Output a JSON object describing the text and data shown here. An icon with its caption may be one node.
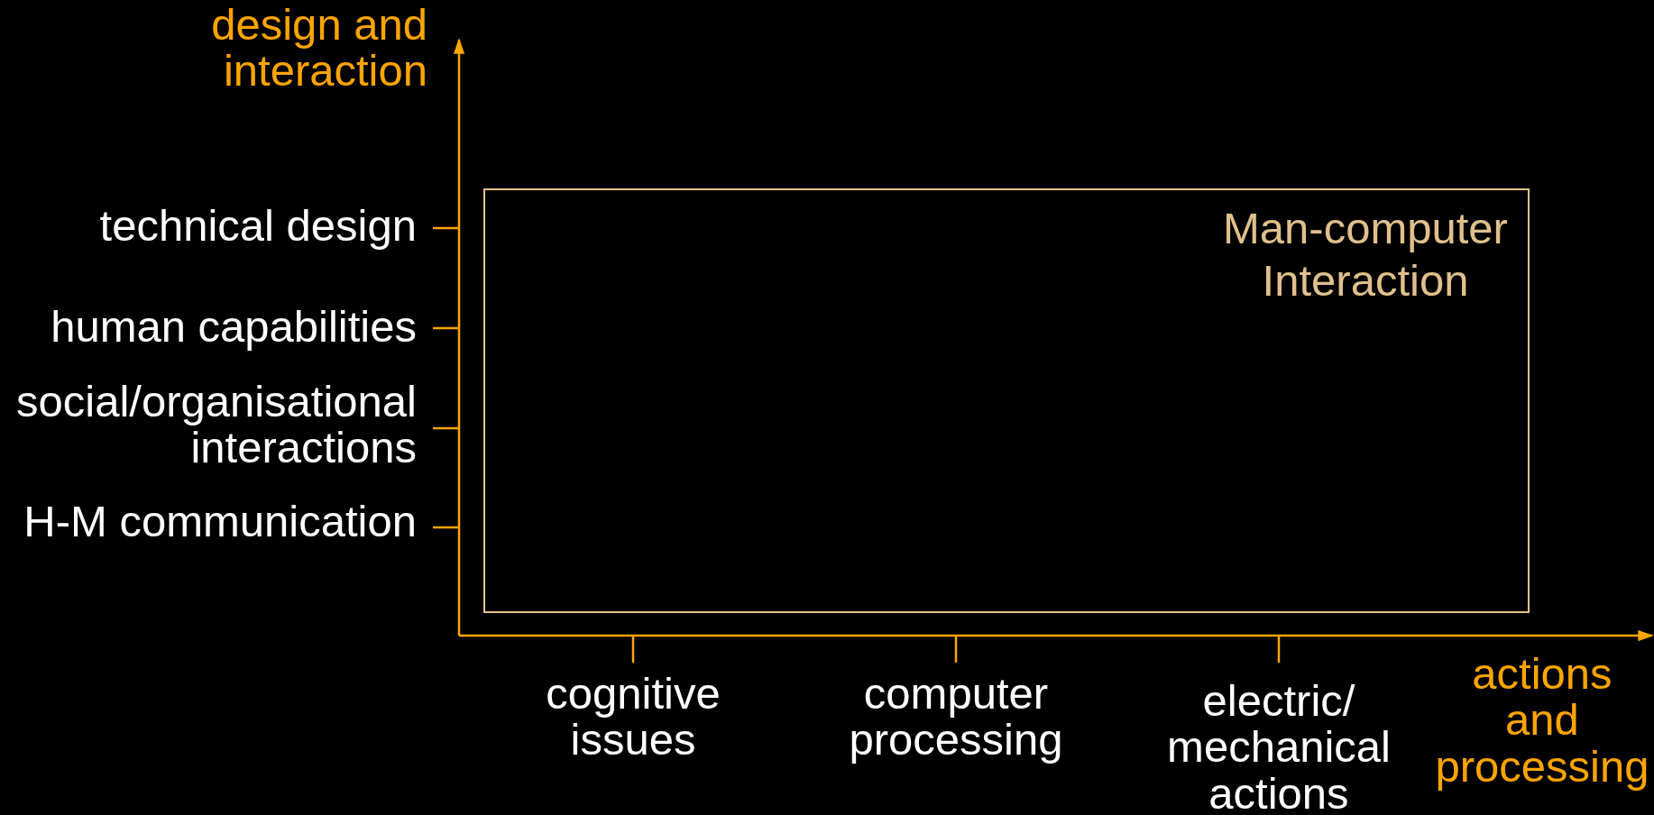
{
  "diagram": {
    "nodes": [
      {
        "text": [
          "Man-computer Interaction"
        ]
      }
    ],
    "edges": [],
    "labels": [
      "design and interaction",
      "technical design",
      "human capabilities",
      "social/organisational interactions",
      "H-M communication",
      "cognitive issues",
      "computer processing",
      "electric/ mechanical actions",
      "actions and processing"
    ]
  }
}
